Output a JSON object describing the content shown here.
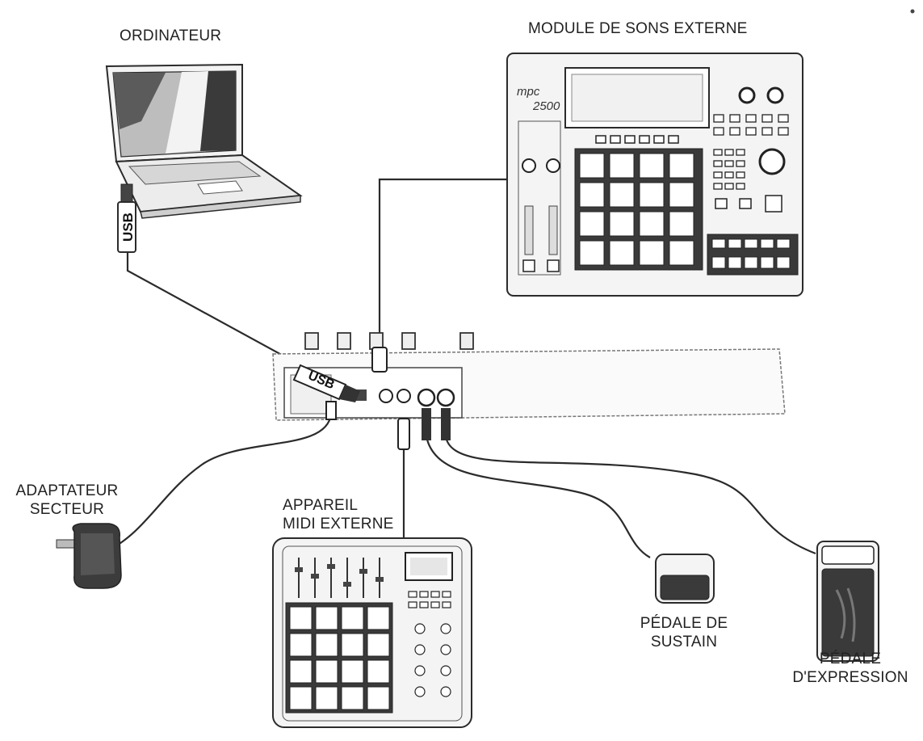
{
  "labels": {
    "computer": "ORDINATEUR",
    "sound_module": "MODULE DE SONS EXTERNE",
    "adapter_line1": "ADAPTATEUR",
    "adapter_line2": "SECTEUR",
    "midi_device_line1": "APPAREIL",
    "midi_device_line2": "MIDI EXTERNE",
    "sustain_line1": "PÉDALE DE",
    "sustain_line2": "SUSTAIN",
    "expression_line1": "PÉDALE",
    "expression_line2": "D'EXPRESSION"
  },
  "cable_tags": {
    "usb_vertical": "USB",
    "usb_port": "USB"
  },
  "device_marks": {
    "module_logo_1": "mpc",
    "module_logo_2": "2500"
  },
  "colors": {
    "line": "#2b2b2b",
    "device_fill": "#f4f4f4",
    "pad_fill": "#ffffff",
    "dark": "#3a3a3a"
  }
}
